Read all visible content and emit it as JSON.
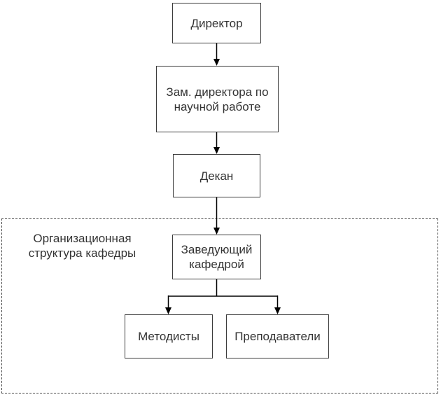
{
  "diagram": {
    "colors": {
      "background": "#ffffff",
      "box_border": "#3c3c3c",
      "connector": "#000000",
      "text": "#333333",
      "group_border_dashed": "#4a4a4a"
    },
    "nodes": {
      "director": {
        "label": "Директор"
      },
      "deputy": {
        "line1": "Зам. директора по",
        "line2": "научной работе"
      },
      "dean": {
        "label": "Декан"
      },
      "head": {
        "line1": "Заведующий",
        "line2": "кафедрой"
      },
      "methodists": {
        "label": "Методисты"
      },
      "teachers": {
        "label": "Преподаватели"
      }
    },
    "group": {
      "line1": "Организационная",
      "line2": "структура кафедры"
    }
  }
}
